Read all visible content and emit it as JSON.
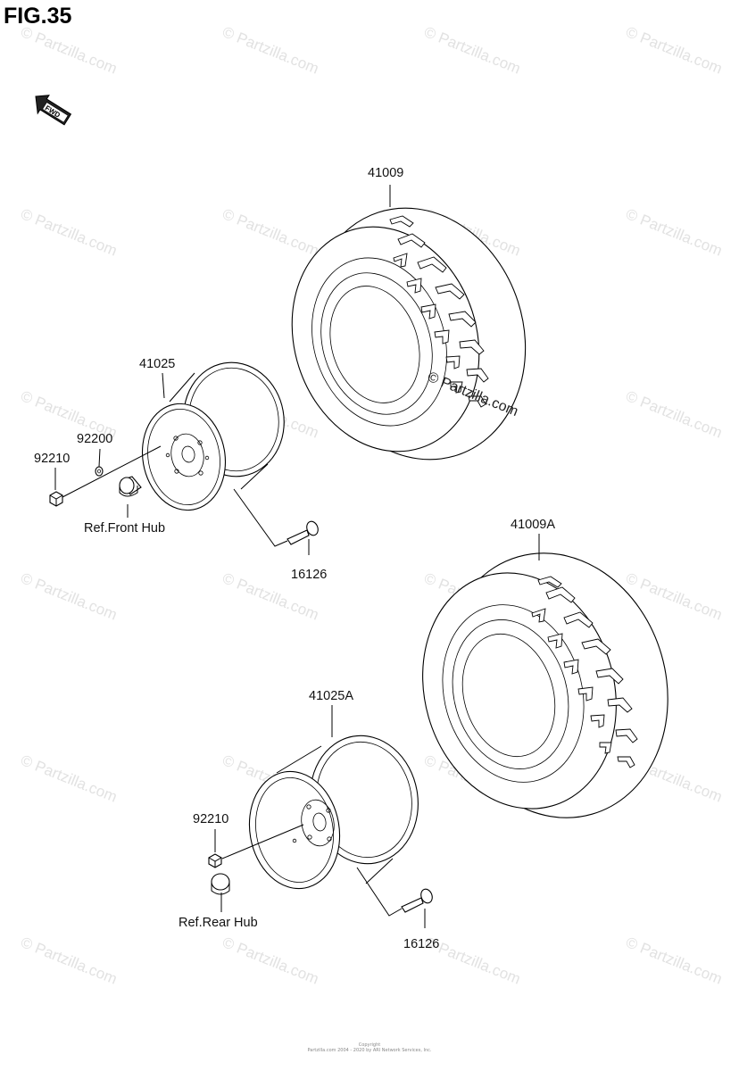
{
  "figure": {
    "title": "FIG.35"
  },
  "fwd_icon": {
    "text": "FWD",
    "icon": "fwd-arrow-icon"
  },
  "watermark": {
    "text": "© Partzilla.com"
  },
  "parts": {
    "tire_front": "41009",
    "tire_rear": "41009A",
    "wheel_front": "41025",
    "wheel_rear": "41025A",
    "washer_front": "92200",
    "nut_front": "92210",
    "nut_rear": "92210",
    "valve_front": "16126",
    "valve_rear": "16126",
    "ref_front_hub": "Ref.Front Hub",
    "ref_rear_hub": "Ref.Rear Hub"
  },
  "footer": {
    "line1": "Copyright",
    "line2": "Partzilla.com 2004 - 2020 by ARI Network Services, Inc."
  },
  "colors": {
    "line": "#000000",
    "watermark": "#e2e2e2",
    "background": "#ffffff"
  }
}
